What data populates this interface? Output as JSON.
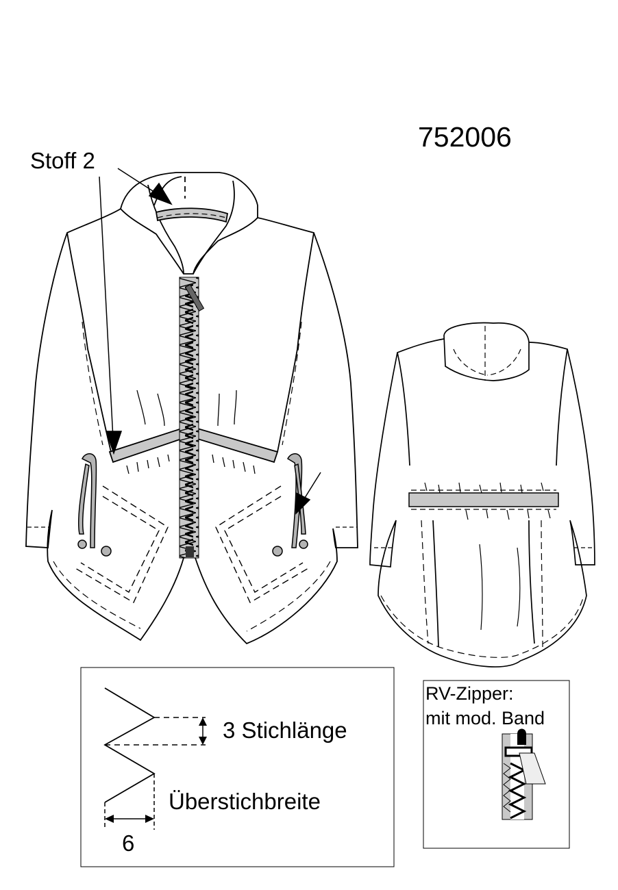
{
  "model_number": "752006",
  "fabric_label": "Stoff 2",
  "stitch_legend": {
    "stitch_length_value": "3",
    "stitch_length_text": "Stichlänge",
    "overlock_width_text": "Überstichbreite",
    "overlock_width_value": "6"
  },
  "zipper_box": {
    "title": "RV-Zipper:",
    "subtitle": "mit mod. Band"
  },
  "colors": {
    "line": "#000000",
    "contrast_fabric": "#c8c8c8",
    "drawstring": "#b4b4b4",
    "zipper_end": "#333333"
  },
  "views": [
    "front-view",
    "back-view"
  ]
}
